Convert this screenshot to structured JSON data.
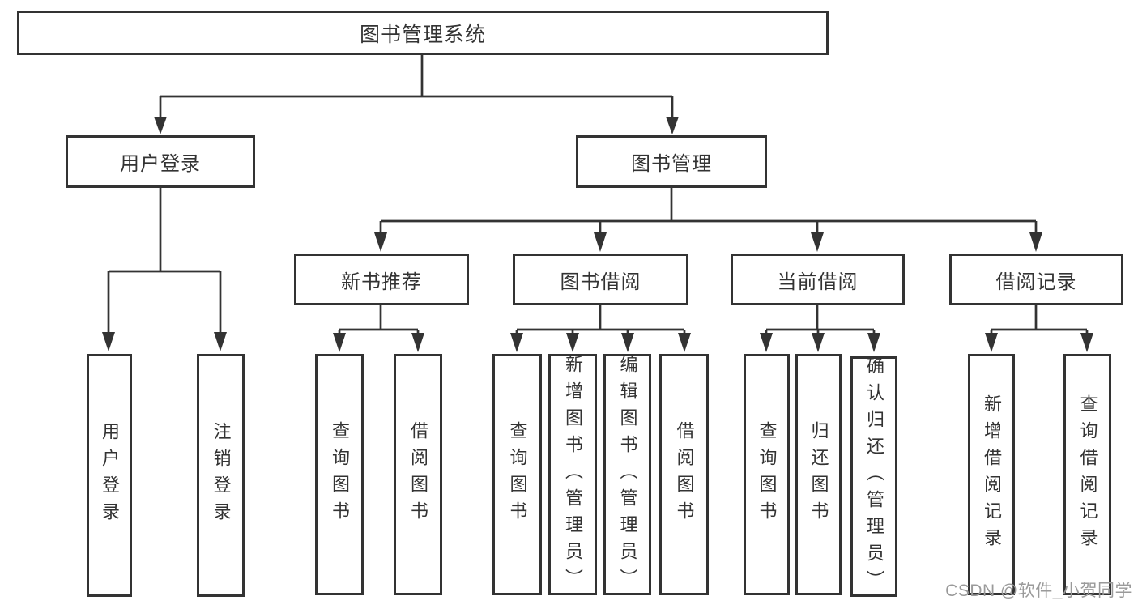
{
  "diagram": {
    "root": {
      "label": "图书管理系统"
    },
    "branches": [
      {
        "label": "用户登录",
        "children": [
          {
            "label": "用户登录"
          },
          {
            "label": "注销登录"
          }
        ]
      },
      {
        "label": "图书管理",
        "children": [
          {
            "label": "新书推荐",
            "children": [
              {
                "label": "查询图书"
              },
              {
                "label": "借阅图书"
              }
            ]
          },
          {
            "label": "图书借阅",
            "children": [
              {
                "label": "查询图书"
              },
              {
                "label": "新增图书（管理员）"
              },
              {
                "label": "编辑图书（管理员）"
              },
              {
                "label": "借阅图书"
              }
            ]
          },
          {
            "label": "当前借阅",
            "children": [
              {
                "label": "查询图书"
              },
              {
                "label": "归还图书"
              },
              {
                "label": "确认归还（管理员）"
              }
            ]
          },
          {
            "label": "借阅记录",
            "children": [
              {
                "label": "新增借阅记录"
              },
              {
                "label": "查询借阅记录"
              }
            ]
          }
        ]
      }
    ]
  },
  "watermark": {
    "text": "CSDN @软件_小贺同学"
  },
  "colors": {
    "line": "#333333",
    "box_border": "#333333",
    "text": "#333333",
    "background": "#ffffff",
    "watermark": "#9a9a9a"
  }
}
